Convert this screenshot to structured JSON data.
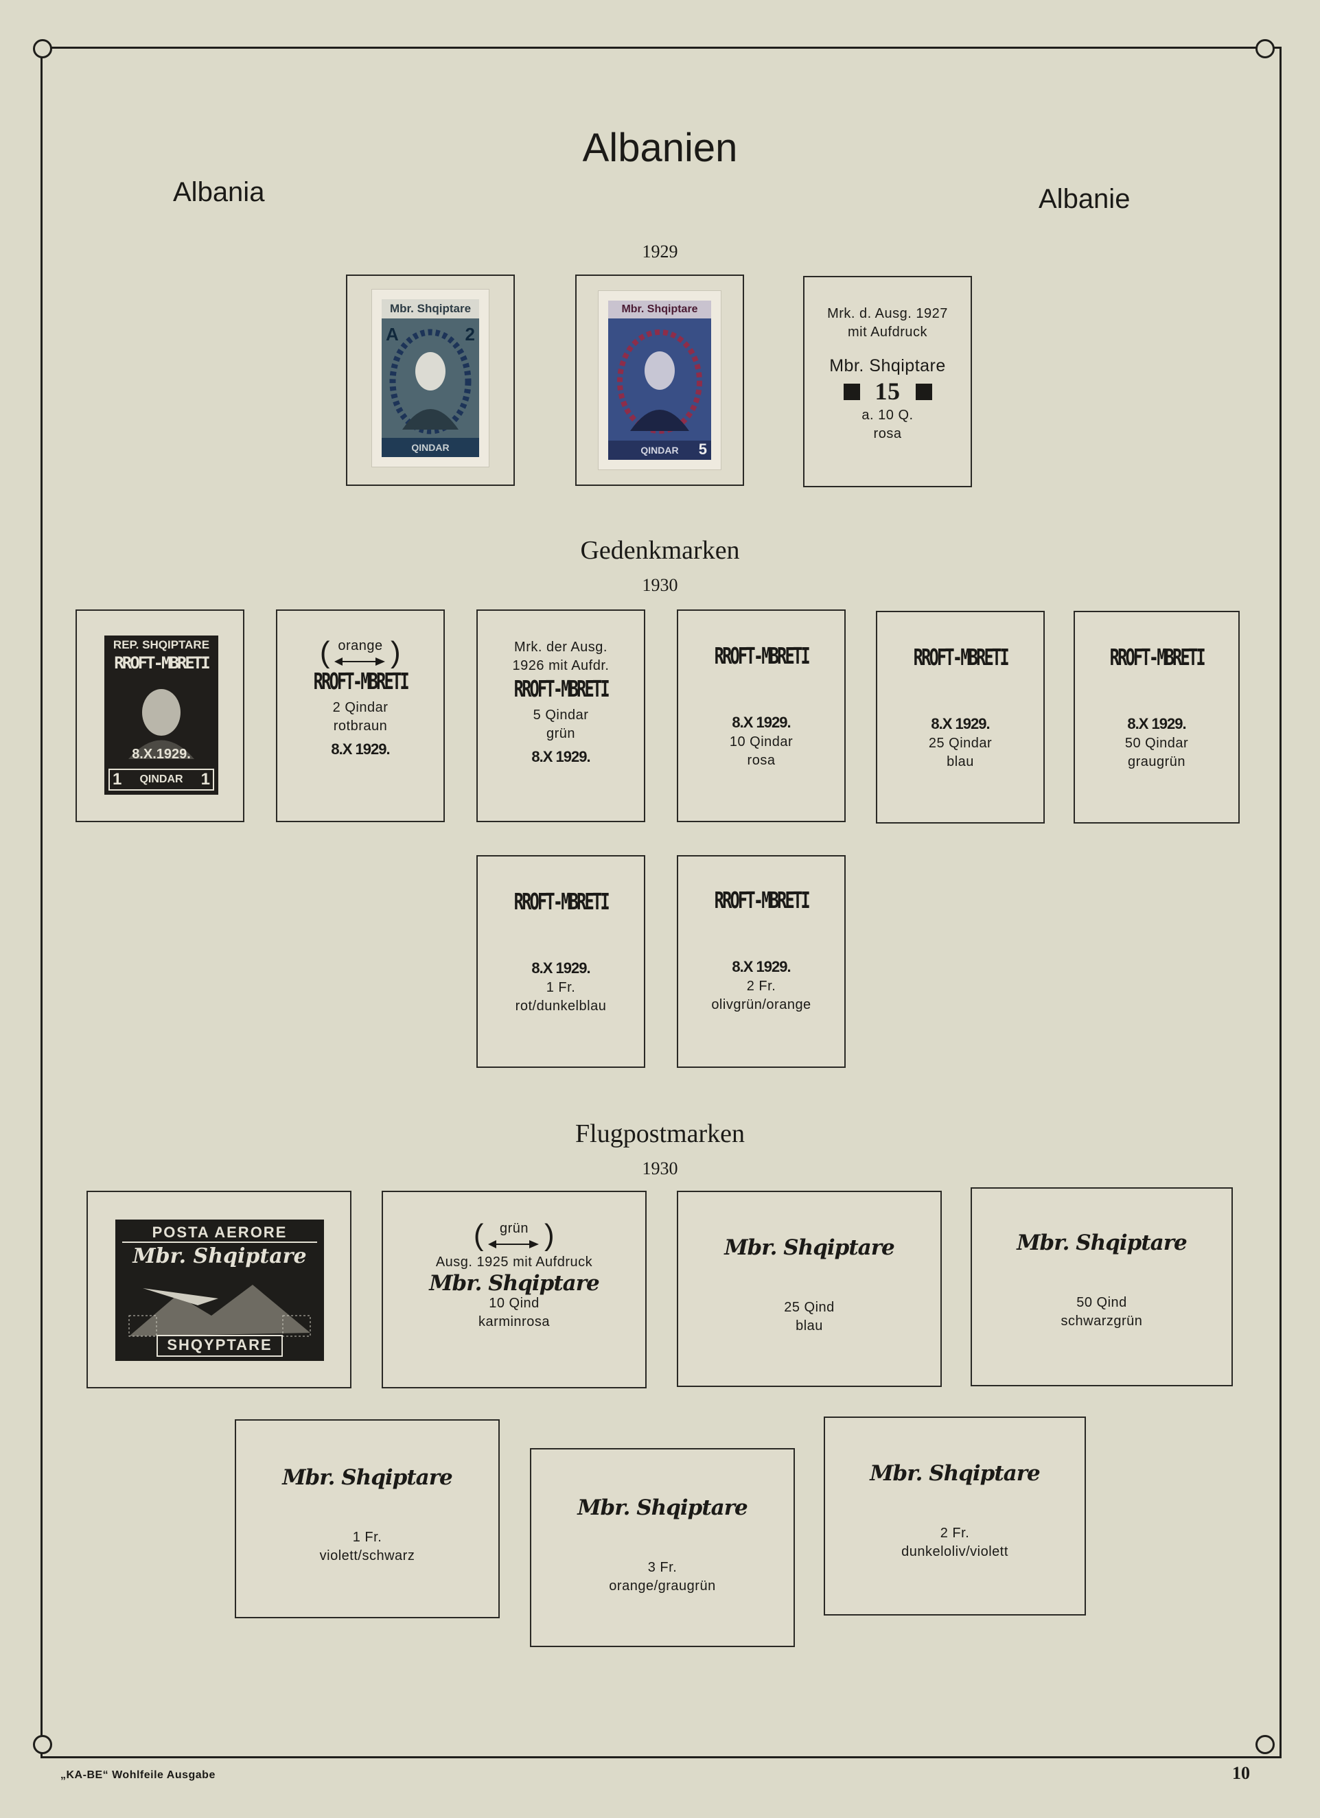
{
  "page": {
    "title": "Albanien",
    "left_title": "Albania",
    "right_title": "Albanie",
    "footer_left": "„KA-BE“ Wohlfeile Ausgabe",
    "footer_page": "10"
  },
  "section1": {
    "year": "1929",
    "stamp1": {
      "top": "Mbr. Shqiptare",
      "marks": [
        "A",
        "2"
      ],
      "bottom": "QINDAR"
    },
    "stamp2": {
      "top": "Mbr. Shqiptare",
      "bottom": "QINDAR",
      "value": "5"
    },
    "box": {
      "line1": "Mrk. d. Ausg. 1927",
      "line2": "mit Aufdruck",
      "overprint": "Mbr. Shqiptare",
      "value": "15",
      "line3": "a. 10 Q.",
      "color": "rosa"
    }
  },
  "section2": {
    "heading": "Gedenkmarken",
    "year": "1930",
    "stamp": {
      "top": "REP. SHQIPTARE",
      "overprint": "RROFT-MBRETI",
      "date": "8.X.1929.",
      "value": "1",
      "bottom": "QINDAR"
    },
    "boxes": [
      {
        "arrow_label": "orange",
        "overprint": "RROFT-MBRETI",
        "value": "2 Qindar",
        "color": "rotbraun",
        "date": "8.X 1929."
      },
      {
        "pre1": "Mrk. der Ausg.",
        "pre2": "1926 mit Aufdr.",
        "overprint": "RROFT-MBRETI",
        "value": "5 Qindar",
        "color": "grün",
        "date": "8.X 1929."
      },
      {
        "overprint": "RROFT-MBRETI",
        "date": "8.X 1929.",
        "value": "10 Qindar",
        "color": "rosa"
      },
      {
        "overprint": "RROFT-MBRETI",
        "date": "8.X 1929.",
        "value": "25 Qindar",
        "color": "blau"
      },
      {
        "overprint": "RROFT-MBRETI",
        "date": "8.X 1929.",
        "value": "50 Qindar",
        "color": "graugrün"
      },
      {
        "overprint": "RROFT-MBRETI",
        "date": "8.X 1929.",
        "value": "1 Fr.",
        "color": "rot/dunkelblau"
      },
      {
        "overprint": "RROFT-MBRETI",
        "date": "8.X 1929.",
        "value": "2 Fr.",
        "color": "olivgrün/orange"
      }
    ]
  },
  "section3": {
    "heading": "Flugpostmarken",
    "year": "1930",
    "stamp": {
      "top": "POSTA AERORE",
      "overprint": "Mbr. Shqiptare",
      "bottom": "SHQYPTARE"
    },
    "boxes": [
      {
        "arrow_label": "grün",
        "pre": "Ausg. 1925 mit Aufdruck",
        "overprint": "Mbr. Shqiptare",
        "value": "10 Qind",
        "color": "karminrosa"
      },
      {
        "overprint": "Mbr. Shqiptare",
        "value": "25 Qind",
        "color": "blau"
      },
      {
        "overprint": "Mbr. Shqiptare",
        "value": "50 Qind",
        "color": "schwarzgrün"
      },
      {
        "overprint": "Mbr. Shqiptare",
        "value": "1 Fr.",
        "color": "violett/schwarz"
      },
      {
        "overprint": "Mbr. Shqiptare",
        "value": "3 Fr.",
        "color": "orange/graugrün"
      },
      {
        "overprint": "Mbr. Shqiptare",
        "value": "2 Fr.",
        "color": "dunkeloliv/violett"
      }
    ]
  }
}
